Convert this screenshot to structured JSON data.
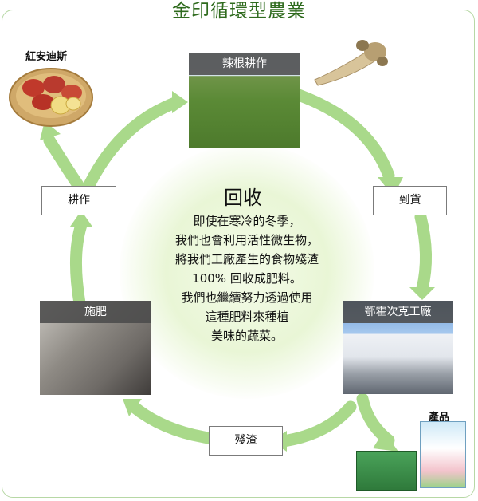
{
  "title": "金印循環型農業",
  "center": {
    "heading": "回收",
    "lines": [
      "即使在寒冷的冬季，",
      "我們也會利用活性微生物，",
      "將我們工廠產生的食物殘渣",
      "100% 回收成肥料。",
      "我們也繼續努力透過使用",
      "這種肥料來種植",
      "美味的蔬菜。"
    ]
  },
  "stages": {
    "wasabi_farming": "辣根耕作",
    "delivery": "到貨",
    "factory": "鄂霍次克工廠",
    "residue": "殘渣",
    "fertilizing": "施肥",
    "cultivation": "耕作"
  },
  "labels": {
    "potato": "紅安迪斯",
    "products": "產品"
  },
  "colors": {
    "arrow": "#a9d98a",
    "border": "#b7d8a5",
    "title": "#2f6b1e"
  }
}
